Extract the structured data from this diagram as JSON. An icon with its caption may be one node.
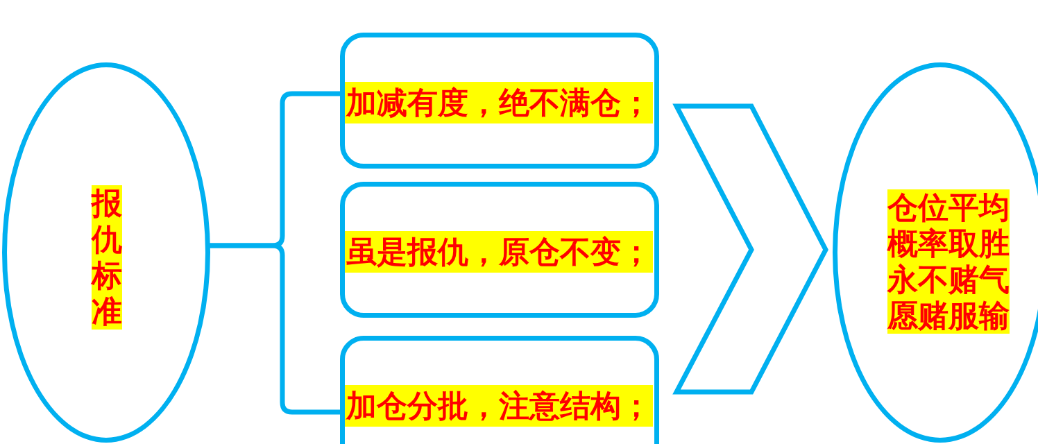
{
  "diagram": {
    "nodes": [
      {
        "text": [
          "报仇标准"
        ]
      },
      {
        "text": [
          "加减有度，绝不满仓；"
        ]
      },
      {
        "text": [
          "虽是报仇，原仓不变；"
        ]
      },
      {
        "text": [
          "加仓分批，注意结构；"
        ]
      },
      {
        "text": [
          "仓位平均概率取胜永不赌气愿赌服输"
        ]
      }
    ],
    "edges": [
      {
        "from": 0,
        "to": 1,
        "arrow": "none"
      },
      {
        "from": 0,
        "to": 3,
        "arrow": "none"
      },
      {
        "from": 2,
        "to": 4,
        "arrow": "to"
      }
    ]
  }
}
